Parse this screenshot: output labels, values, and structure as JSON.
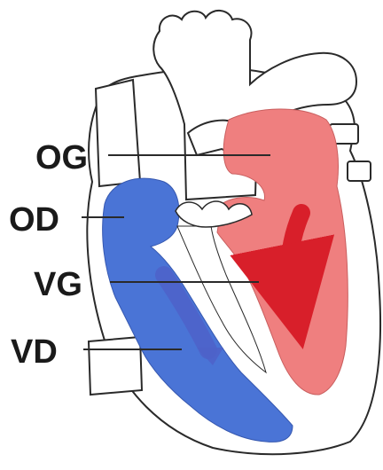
{
  "labels": {
    "og": "OG",
    "od": "OD",
    "vg": "VG",
    "vd": "VD"
  },
  "colors": {
    "right_side_blue": "#4a74d6",
    "left_side_red": "#ef7f7f",
    "arrow_red": "#d81f2a",
    "arrow_blue": "#4d62c9",
    "outline": "#2a2a2a"
  }
}
